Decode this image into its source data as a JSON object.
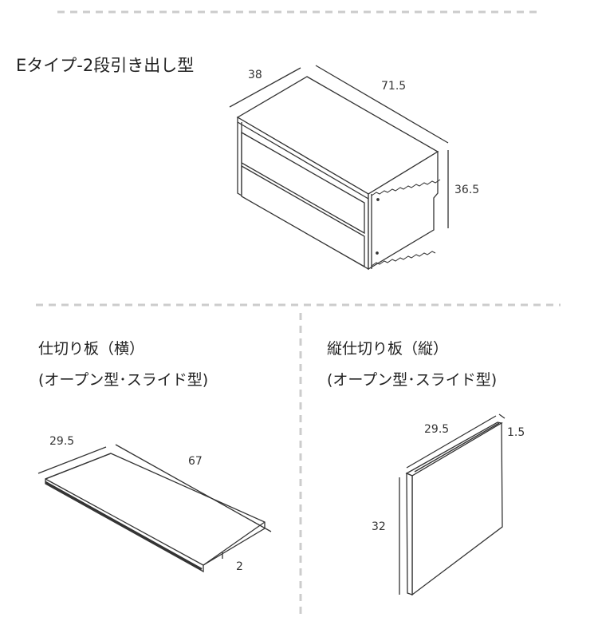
{
  "type_e": {
    "title": "Eタイプ-2段引き出し型",
    "dims": {
      "depth": "38",
      "width": "71.5",
      "height": "36.5"
    }
  },
  "horizontal_divider": {
    "title": "仕切り板（横）",
    "subtitle": "(オープン型･スライド型)",
    "dims": {
      "depth": "29.5",
      "width": "67",
      "thickness": "2"
    }
  },
  "vertical_divider": {
    "title": "縦仕切り板（縦）",
    "subtitle": "(オープン型･スライド型)",
    "dims": {
      "depth": "29.5",
      "thickness": "1.5",
      "height": "32"
    }
  },
  "colors": {
    "line": "#333333",
    "dash": "#cccccc"
  }
}
